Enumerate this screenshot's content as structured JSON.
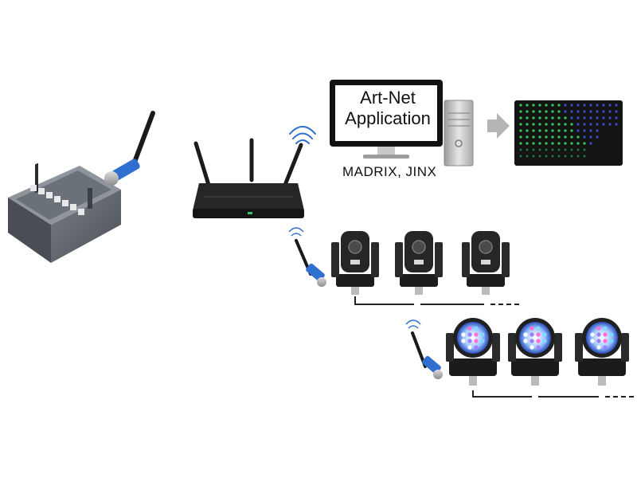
{
  "diagram": {
    "application": {
      "label_line1": "Art-Net",
      "label_line2": "Application",
      "software": "MADRIX, JINX"
    },
    "icons": {
      "controller": "dmx-wireless-controller-icon",
      "router": "wifi-router-icon",
      "computer": "computer-icon",
      "led_matrix": "led-matrix-icon",
      "spot_fixture": "moving-head-spot-icon",
      "wash_fixture": "moving-head-wash-icon",
      "receiver": "wireless-dmx-receiver-icon"
    },
    "colors": {
      "accent_blue": "#2f6fd0",
      "device_dark": "#1c1c1c",
      "matrix_green": "#39d36a",
      "matrix_blue": "#3a4de0"
    }
  }
}
